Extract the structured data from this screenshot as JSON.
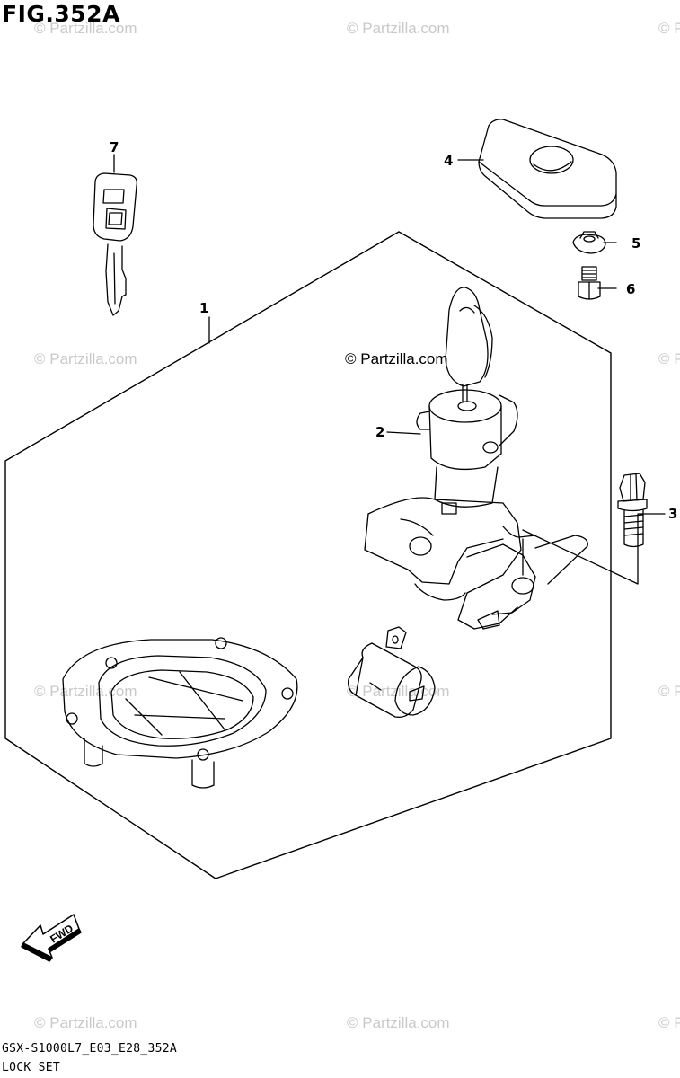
{
  "figure_title": "FIG.352A",
  "watermark_text": "© Partzilla.com",
  "watermark_partial": "© P",
  "callouts": {
    "p1": "1",
    "p2": "2",
    "p3": "3",
    "p4": "4",
    "p5": "5",
    "p6": "6",
    "p7": "7"
  },
  "fwd_label": "FWD",
  "footer": {
    "code": "GSX-S1000L7_E03_E28_352A",
    "title": "LOCK SET"
  }
}
